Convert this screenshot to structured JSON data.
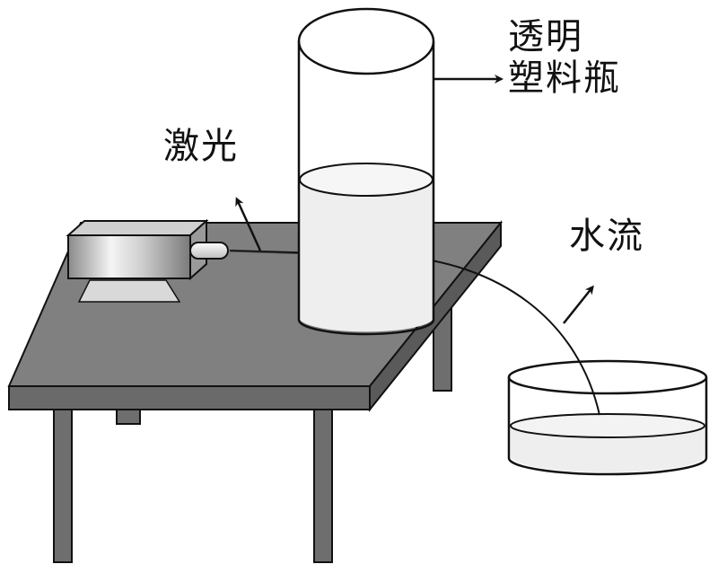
{
  "labels": {
    "bottle_line1": "透明",
    "bottle_line2": "塑料瓶",
    "laser": "激光",
    "water_stream": "水流"
  },
  "colors": {
    "outline": "#111111",
    "table_top": "#808080",
    "table_edge": "#5a5a5a",
    "leg": "#6e6e6e",
    "water": "#eeeeee",
    "background": "#ffffff"
  }
}
